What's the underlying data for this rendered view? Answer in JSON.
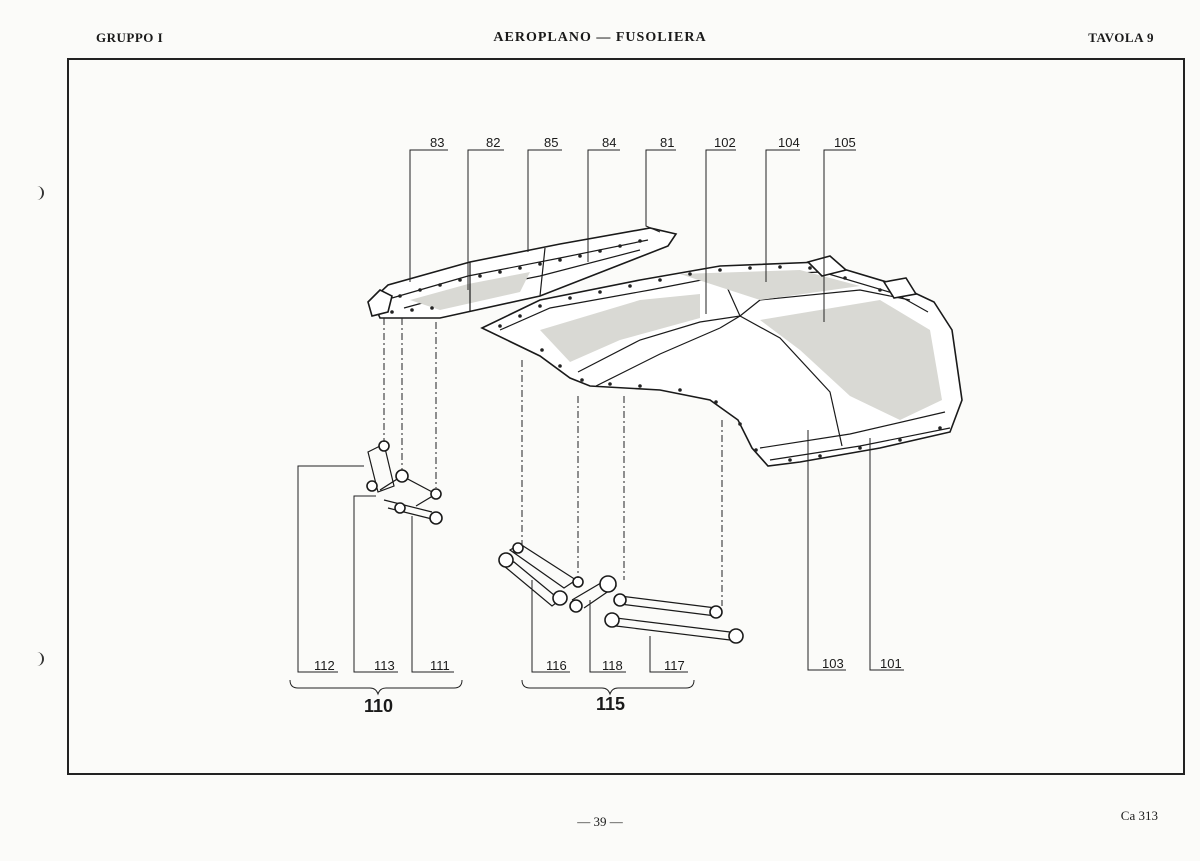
{
  "header": {
    "left": "GRUPPO I",
    "center": "AEROPLANO — FUSOLIERA",
    "right": "TAVOLA 9"
  },
  "footer": {
    "page": "— 39 —",
    "code": "Ca 313"
  },
  "callouts": {
    "c83": "83",
    "c82": "82",
    "c85": "85",
    "c84": "84",
    "c81": "81",
    "c102": "102",
    "c104": "104",
    "c105": "105",
    "c112": "112",
    "c113": "113",
    "c111": "111",
    "c116": "116",
    "c118": "118",
    "c117": "117",
    "c103": "103",
    "c101": "101"
  },
  "groups": {
    "g110": "110",
    "g115": "115"
  }
}
